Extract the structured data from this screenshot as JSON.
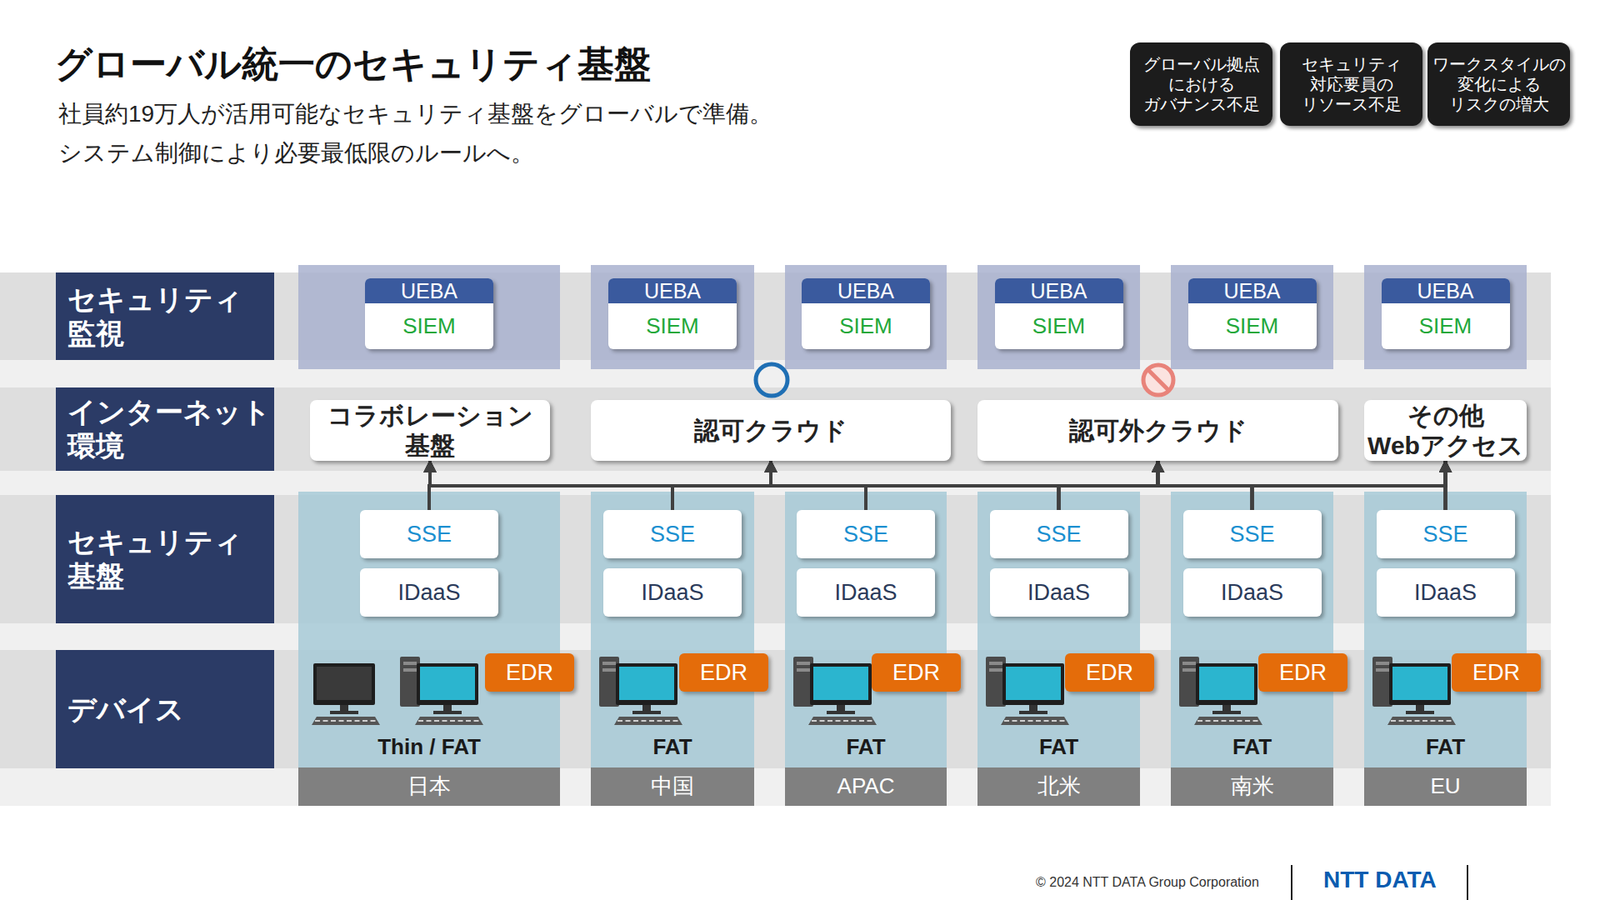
{
  "diagram": {
    "title": "グローバル統一のセキュリティ基盤",
    "nodes": [
      {
        "text": [
          "グローバル拠点 における ガバナンス不足"
        ]
      },
      {
        "text": [
          "セキュリティ 対応要員の リソース不足"
        ]
      },
      {
        "text": [
          "ワークスタイルの 変化による リスクの増大"
        ]
      },
      {
        "text": [
          "セキュリティ 監視"
        ]
      },
      {
        "text": [
          "UEBA",
          "SIEM"
        ]
      },
      {
        "text": [
          "UEBA",
          "SIEM"
        ]
      },
      {
        "text": [
          "UEBA",
          "SIEM"
        ]
      },
      {
        "text": [
          "UEBA",
          "SIEM"
        ]
      },
      {
        "text": [
          "UEBA",
          "SIEM"
        ]
      },
      {
        "text": [
          "UEBA",
          "SIEM"
        ]
      },
      {
        "text": [
          "インターネット 環境"
        ]
      },
      {
        "text": [
          "コラボレーション 基盤"
        ]
      },
      {
        "text": [
          "認可クラウド"
        ]
      },
      {
        "text": [
          "認可外クラウド"
        ]
      },
      {
        "text": [
          "その他 Webアクセス"
        ]
      },
      {
        "text": [
          "セキュリティ 基盤"
        ]
      },
      {
        "text": [
          "SSE"
        ]
      },
      {
        "text": [
          "IDaaS"
        ]
      },
      {
        "text": [
          "SSE"
        ]
      },
      {
        "text": [
          "IDaaS"
        ]
      },
      {
        "text": [
          "SSE"
        ]
      },
      {
        "text": [
          "IDaaS"
        ]
      },
      {
        "text": [
          "SSE"
        ]
      },
      {
        "text": [
          "IDaaS"
        ]
      },
      {
        "text": [
          "SSE"
        ]
      },
      {
        "text": [
          "IDaaS"
        ]
      },
      {
        "text": [
          "SSE"
        ]
      },
      {
        "text": [
          "IDaaS"
        ]
      },
      {
        "text": [
          "デバイス"
        ]
      },
      {
        "text": [
          "EDR"
        ]
      },
      {
        "text": [
          "EDR"
        ]
      },
      {
        "text": [
          "EDR"
        ]
      },
      {
        "text": [
          "EDR"
        ]
      },
      {
        "text": [
          "EDR"
        ]
      },
      {
        "text": [
          "EDR"
        ]
      },
      {
        "text": [
          "日本"
        ]
      },
      {
        "text": [
          "中国"
        ]
      },
      {
        "text": [
          "APAC"
        ]
      },
      {
        "text": [
          "北米"
        ]
      },
      {
        "text": [
          "南米"
        ]
      },
      {
        "text": [
          "EU"
        ]
      }
    ],
    "edges": [
      {
        "from": 16,
        "to": 11,
        "arrow": "to"
      },
      {
        "from": 16,
        "to": 12,
        "arrow": "to"
      },
      {
        "from": 16,
        "to": 13,
        "arrow": "to"
      },
      {
        "from": 16,
        "to": 14,
        "arrow": "to"
      },
      {
        "from": 18,
        "to": 11,
        "arrow": "to"
      },
      {
        "from": 18,
        "to": 12,
        "arrow": "to"
      },
      {
        "from": 18,
        "to": 13,
        "arrow": "to"
      },
      {
        "from": 18,
        "to": 14,
        "arrow": "to"
      },
      {
        "from": 20,
        "to": 11,
        "arrow": "to"
      },
      {
        "from": 20,
        "to": 12,
        "arrow": "to"
      },
      {
        "from": 20,
        "to": 13,
        "arrow": "to"
      },
      {
        "from": 20,
        "to": 14,
        "arrow": "to"
      },
      {
        "from": 22,
        "to": 11,
        "arrow": "to"
      },
      {
        "from": 22,
        "to": 12,
        "arrow": "to"
      },
      {
        "from": 22,
        "to": 13,
        "arrow": "to"
      },
      {
        "from": 22,
        "to": 14,
        "arrow": "to"
      },
      {
        "from": 24,
        "to": 11,
        "arrow": "to"
      },
      {
        "from": 24,
        "to": 12,
        "arrow": "to"
      },
      {
        "from": 24,
        "to": 13,
        "arrow": "to"
      },
      {
        "from": 24,
        "to": 14,
        "arrow": "to"
      },
      {
        "from": 26,
        "to": 11,
        "arrow": "to"
      },
      {
        "from": 26,
        "to": 12,
        "arrow": "to"
      },
      {
        "from": 26,
        "to": 13,
        "arrow": "to"
      },
      {
        "from": 26,
        "to": 14,
        "arrow": "to"
      }
    ],
    "labels": [
      "社員約19万人が活用可能なセキュリティ基盤をグローバルで準備。",
      "システム制御により必要最低限のルールへ。",
      "Thin / FAT",
      "FAT",
      "FAT",
      "FAT",
      "FAT",
      "FAT",
      "© 2024 NTT DATA Group Corporation",
      "NTT DATA"
    ]
  }
}
